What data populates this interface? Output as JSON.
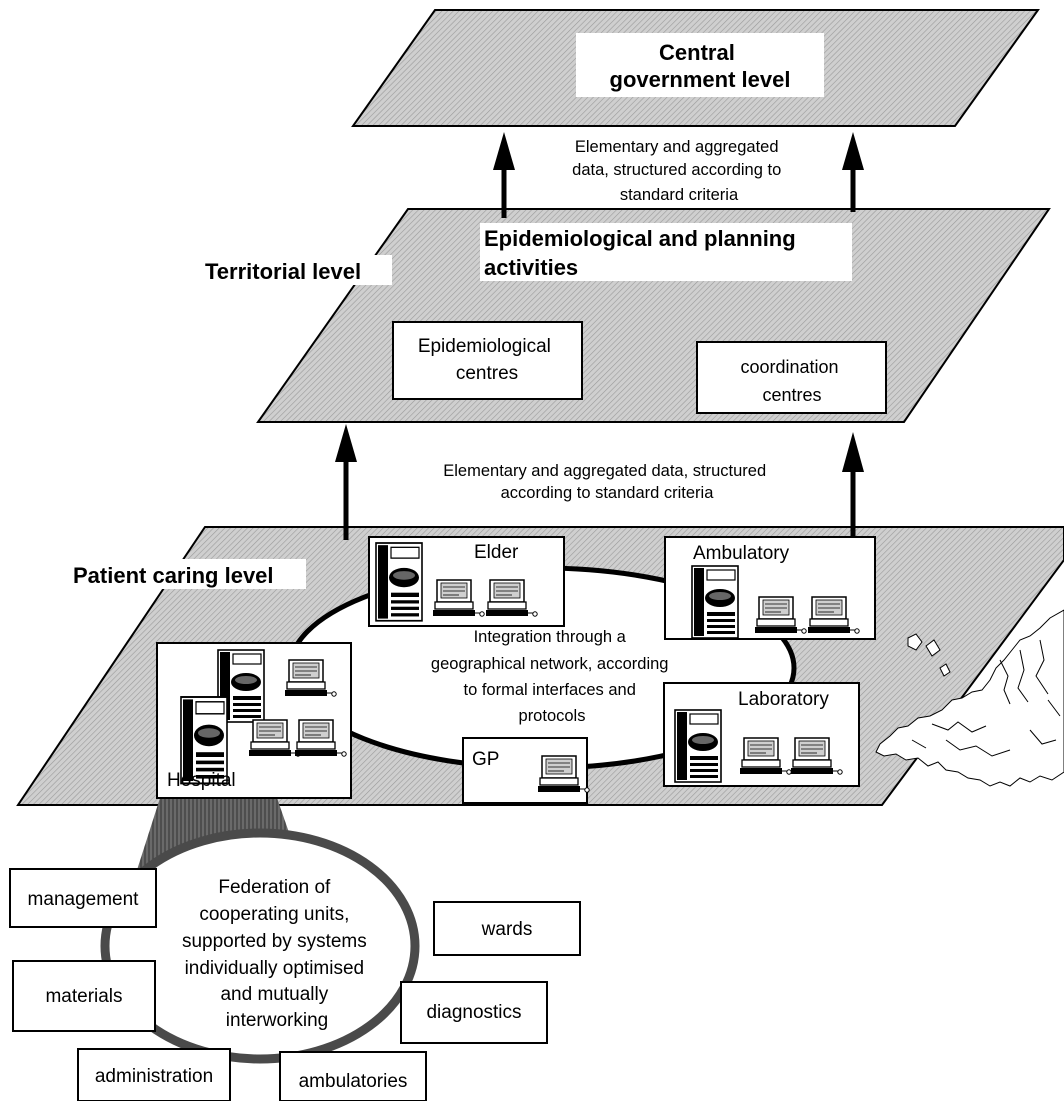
{
  "central_level": {
    "title_line1": "Central",
    "title_line2": "government level"
  },
  "flow_upper": {
    "line1": "Elementary and aggregated",
    "line2": "data, structured according to",
    "line3": "standard criteria"
  },
  "territorial_level": {
    "label": "Territorial level",
    "activities_line1": "Epidemiological and planning",
    "activities_line2": "activities",
    "epi_centres_line1": "Epidemiological",
    "epi_centres_line2": "centres",
    "coord_centres_line1": "coordination",
    "coord_centres_line2": "centres"
  },
  "flow_lower": {
    "line1": "Elementary and aggregated data, structured",
    "line2": "according to standard criteria"
  },
  "patient_level": {
    "label": "Patient caring level",
    "units": {
      "elder": "Elder",
      "ambulatory": "Ambulatory",
      "laboratory": "Laboratory",
      "gp": "GP",
      "hospital": "Hospital"
    },
    "network_line1": "Integration through a",
    "network_line2": "geographical network, according",
    "network_line3": "to formal interfaces and",
    "network_line4": "protocols"
  },
  "federation": {
    "line1": "Federation of",
    "line2": "cooperating units,",
    "line3": "supported by systems",
    "line4": "individually optimised",
    "line5": "and mutually",
    "line6": "interworking",
    "units": {
      "management": "management",
      "materials": "materials",
      "administration": "administration",
      "wards": "wards",
      "diagnostics": "diagnostics",
      "ambulatories": "ambulatories"
    }
  },
  "colors": {
    "plane_fill": "#c4c4c4",
    "line": "#000000",
    "ring": "#4a4a4a",
    "funnel": "#5a5a5a"
  },
  "icons": [
    "server-icon",
    "workstation-icon",
    "europe-map-icon",
    "arrow-up-icon"
  ]
}
